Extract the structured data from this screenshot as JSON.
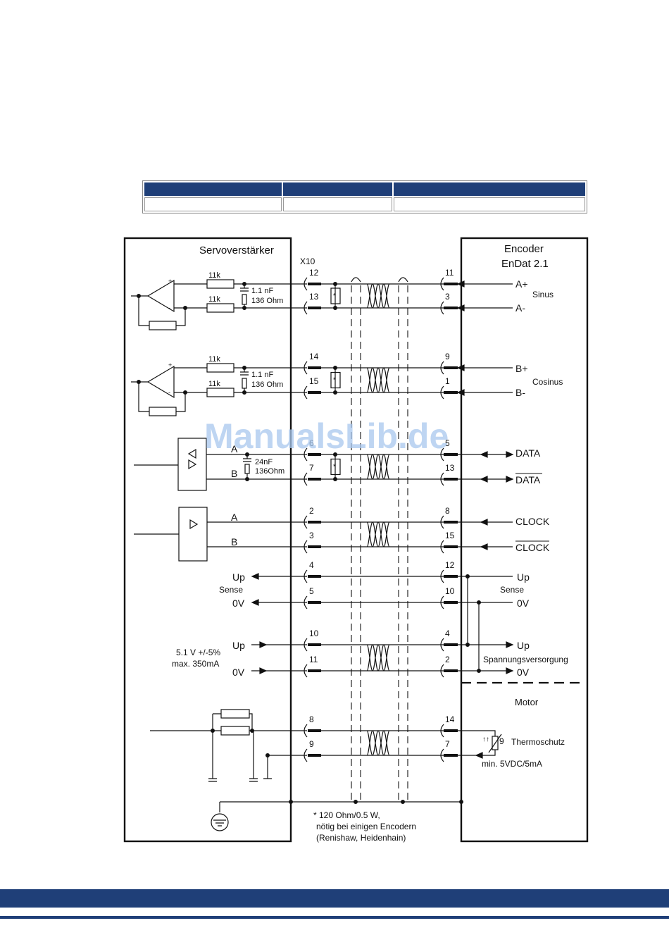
{
  "table": {
    "headers": [
      "",
      "",
      ""
    ],
    "row": [
      "",
      "",
      ""
    ]
  },
  "left_box": {
    "title": "Servoverstärker",
    "connector": "X10"
  },
  "right_box": {
    "title": "Encoder",
    "subtitle": "EnDat 2.1",
    "motor": "Motor"
  },
  "components": {
    "r11k": "11k",
    "cap1": "1.1 nF",
    "res1": "136 Ohm",
    "cap2": "24nF",
    "res2": "136Ohm",
    "star": "*"
  },
  "channels": {
    "a_plus": "A+",
    "a_minus": "A-",
    "sinus": "Sinus",
    "b_plus": "B+",
    "b_minus": "B-",
    "cosinus": "Cosinus",
    "data": "DATA",
    "data_bar": "DATA",
    "clock": "CLOCK",
    "clock_bar": "CLOCK",
    "port_a": "A",
    "port_b": "B",
    "up": "Up",
    "zero_v": "0V",
    "sense": "Sense",
    "supply_spec_1": "5.1 V +/-5%",
    "supply_spec_2": "max. 350mA",
    "spannungsversorgung": "Spannungsversorgung",
    "thermoschutz": "Thermoschutz",
    "thermo_spec": "min. 5VDC/5mA"
  },
  "pins_left": [
    "12",
    "13",
    "14",
    "15",
    "6",
    "7",
    "2",
    "3",
    "4",
    "5",
    "10",
    "11",
    "8",
    "9"
  ],
  "pins_right": [
    "11",
    "3",
    "9",
    "1",
    "5",
    "13",
    "8",
    "15",
    "12",
    "10",
    "4",
    "2",
    "14",
    "7"
  ],
  "thermo_pin": "9",
  "footnote": {
    "line1": "* 120 Ohm/0.5 W,",
    "line2": "nötig bei einigen Encodern",
    "line3": "(Renishaw, Heidenhain)"
  },
  "watermark": "ManualsLib.de",
  "colors": {
    "brand_blue": "#1f3f78",
    "watermark": "#a9c8ee"
  }
}
